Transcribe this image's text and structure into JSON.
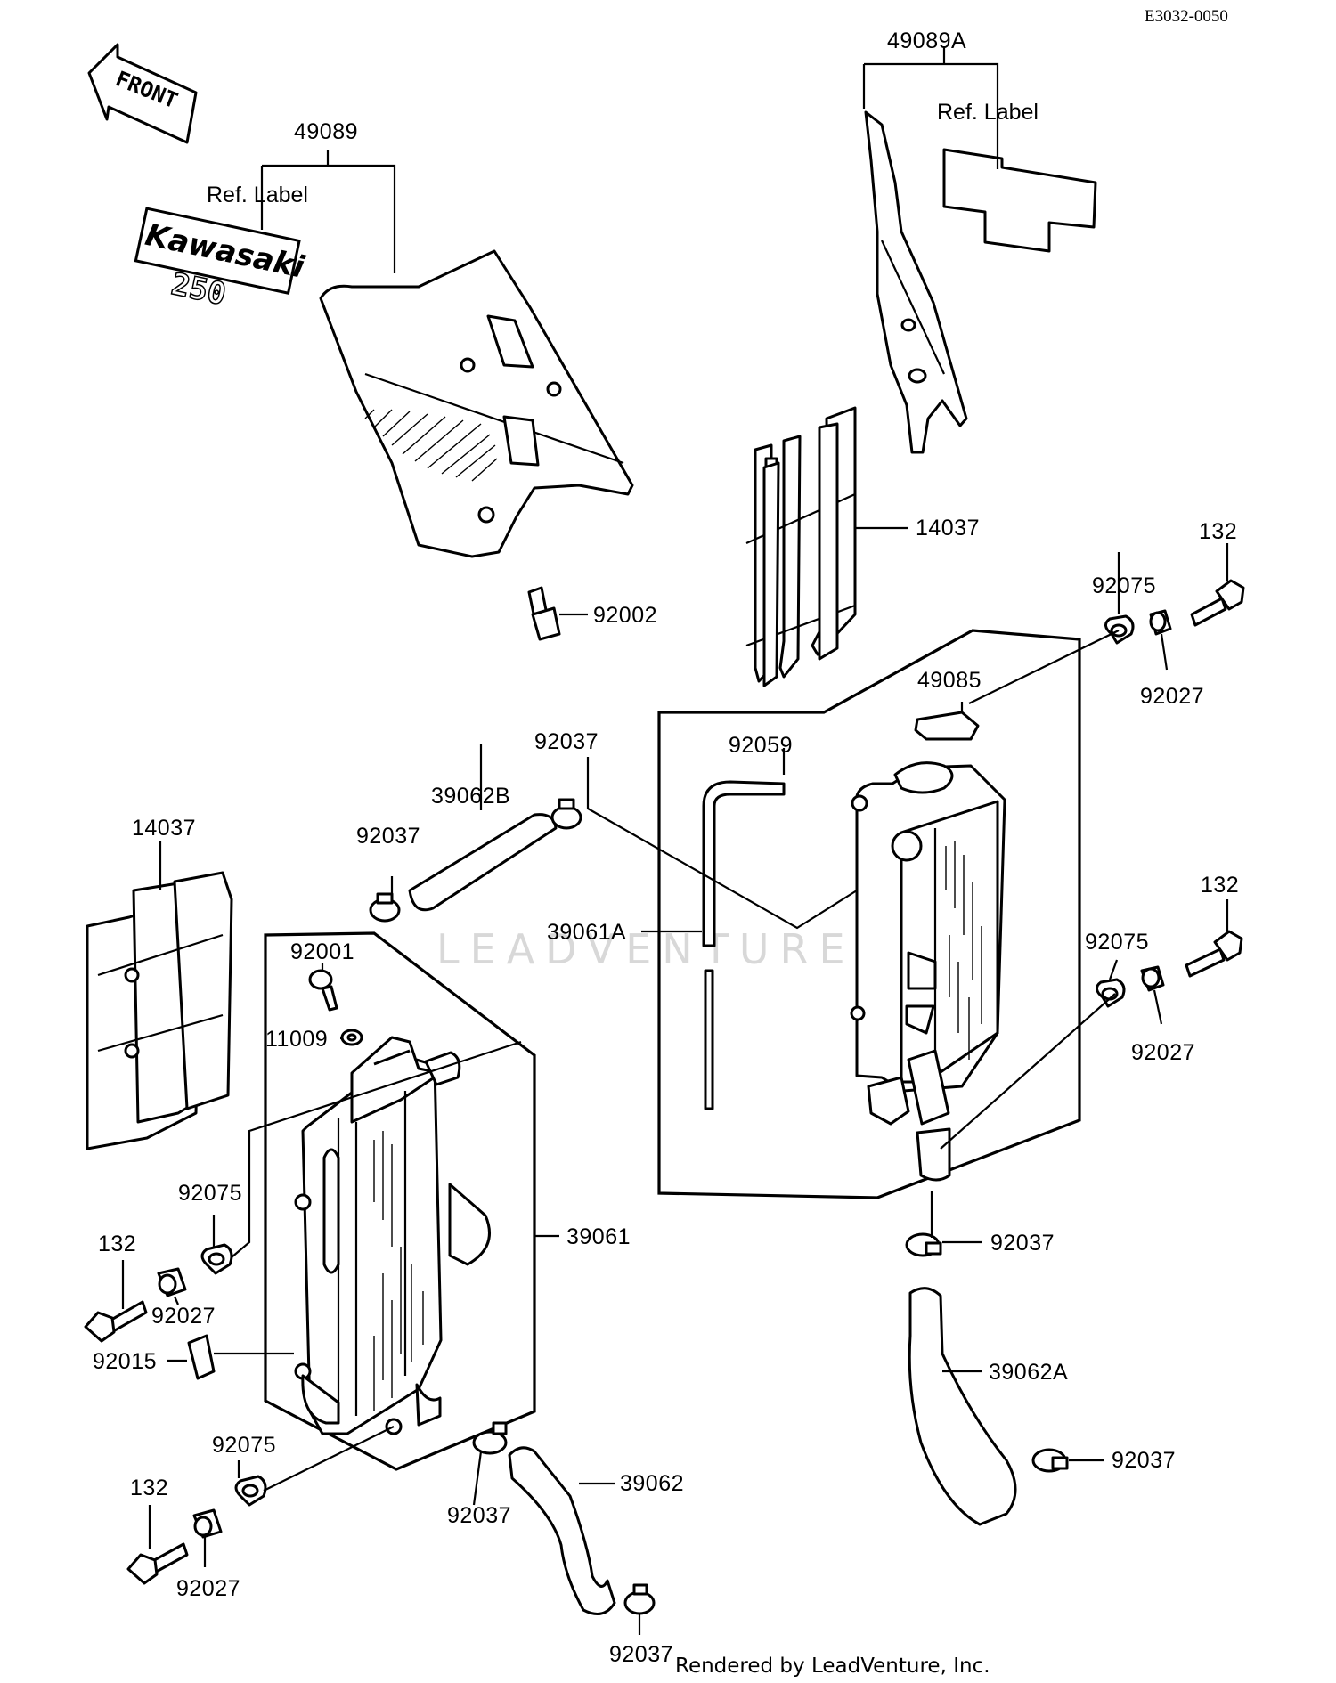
{
  "document": {
    "id": "E3032-0050",
    "footer": "Rendered by LeadVenture, Inc.",
    "watermark": "LEADVENTURE"
  },
  "labels": {
    "p49089": "49089",
    "ref_label_left": "Ref. Label",
    "p49089A": "49089A",
    "ref_label_right": "Ref. Label",
    "p14037_right": "14037",
    "p92002": "92002",
    "p132_a": "132",
    "p92075_a": "92075",
    "p92027_a": "92027",
    "p49085": "49085",
    "p92037_a": "92037",
    "p92059": "92059",
    "p39062B": "39062B",
    "p92037_b": "92037",
    "p14037_left": "14037",
    "p39061A": "39061A",
    "p92001": "92001",
    "p11009": "11009",
    "p132_b": "132",
    "p92075_b": "92075",
    "p92027_b": "92027",
    "p92075_c": "92075",
    "p39061": "39061",
    "p92037_c": "92037",
    "p132_c": "132",
    "p92027_c": "92027",
    "p92015": "92015",
    "p39062A": "39062A",
    "p92075_d": "92075",
    "p132_d": "132",
    "p92037_d": "92037",
    "p39062": "39062",
    "p92037_e": "92037",
    "p92027_d": "92027",
    "p92037_f": "92037"
  },
  "graphics": {
    "front_arrow": "FRONT",
    "emblem_brand": "Kawasaki",
    "emblem_model": "250"
  }
}
